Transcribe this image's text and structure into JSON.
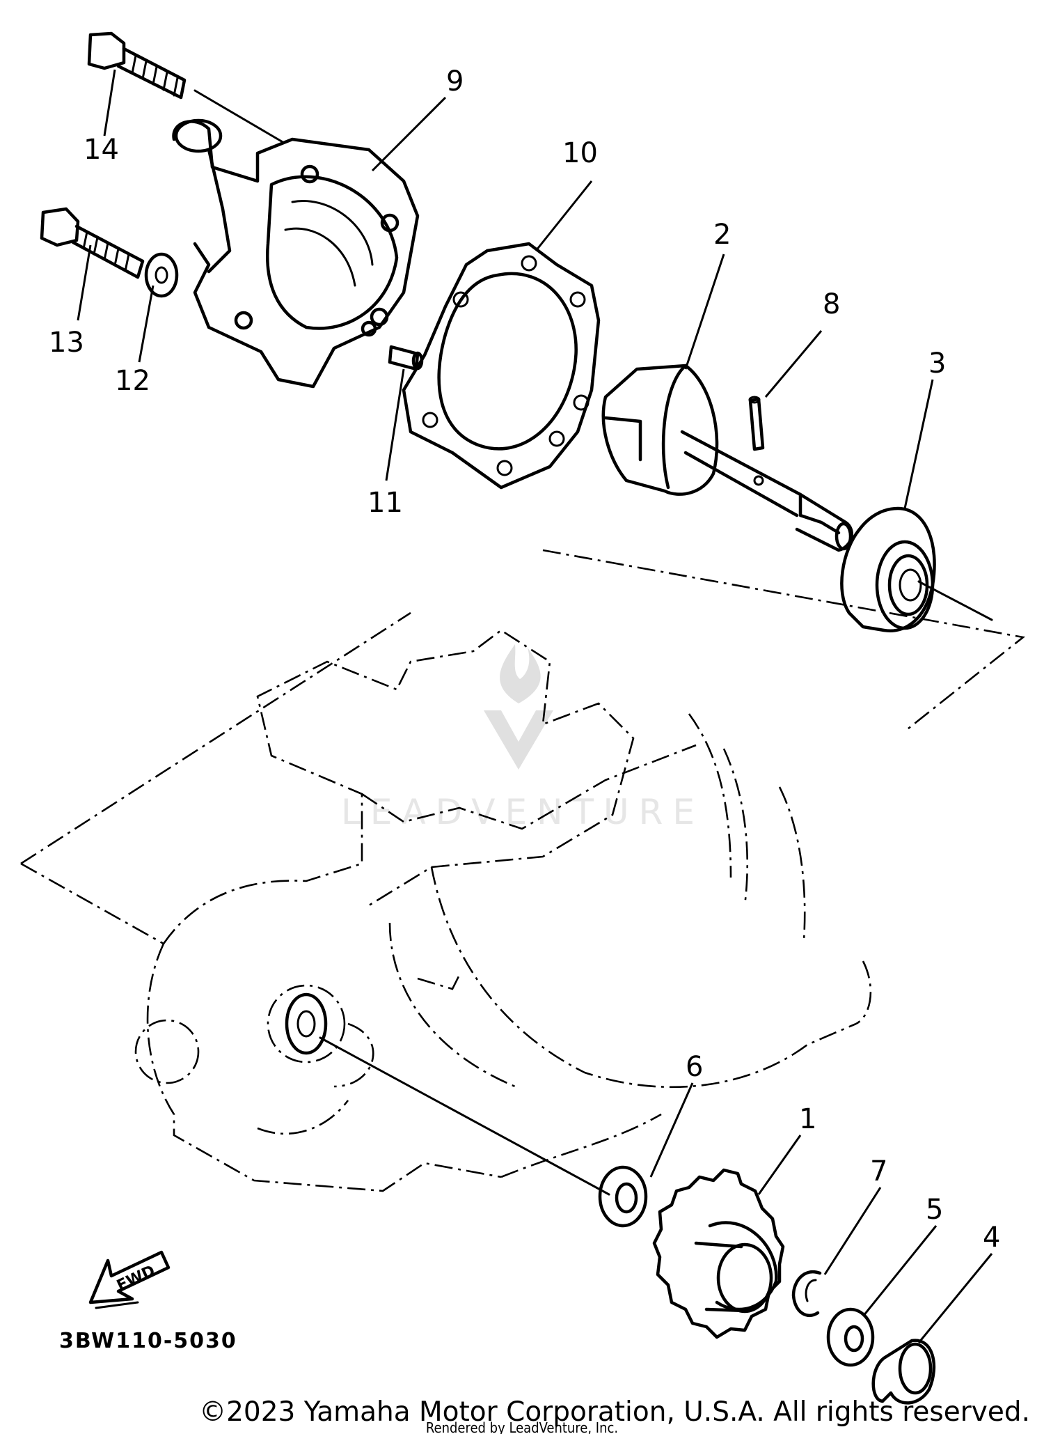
{
  "diagram_code": "3BW110-5030",
  "direction_badge": "FWD",
  "watermark": "LEADVENTURE",
  "copyright": "©2023 Yamaha Motor Corporation, U.S.A. All rights reserved.",
  "rendered_by": "Rendered by LeadVenture, Inc.",
  "callouts": {
    "c1": "1",
    "c2": "2",
    "c3": "3",
    "c4": "4",
    "c5": "5",
    "c6": "6",
    "c7": "7",
    "c8": "8",
    "c9": "9",
    "c10": "10",
    "c11": "11",
    "c12": "12",
    "c13": "13",
    "c14": "14"
  }
}
